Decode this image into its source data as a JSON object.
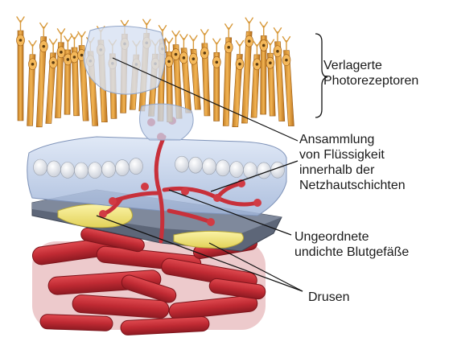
{
  "labels": {
    "photoreceptors": "Verlagerte\nPhotorezeptoren",
    "fluid": "Ansammlung\nvon Flüssigkeit\ninnerhalb der\nNetzhautschichten",
    "vessels": "Ungeordnete\nundichte Blutgefäße",
    "drusen": "Drusen"
  },
  "colors": {
    "photoreceptor": "#e8a23a",
    "photoreceptor_dark": "#b9701c",
    "fluid": "#b9cbe8",
    "vessel": "#c8303a",
    "drusen": "#f0e67a",
    "cell_layer": "#e6e9ef",
    "membrane": "#6a7486"
  }
}
